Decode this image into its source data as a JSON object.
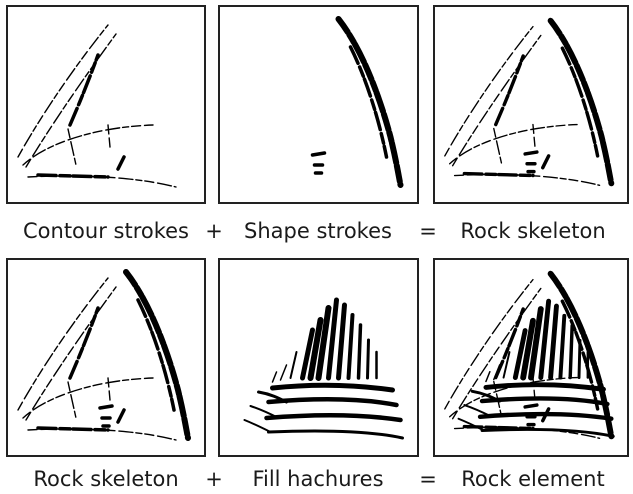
{
  "row1": {
    "label_a": "Contour strokes",
    "op1": "+",
    "label_b": "Shape strokes",
    "op2": "=",
    "label_c": "Rock skeleton"
  },
  "row2": {
    "label_a": "Rock skeleton",
    "op1": "+",
    "label_b": "Fill hachures",
    "op2": "=",
    "label_c": "Rock element"
  }
}
